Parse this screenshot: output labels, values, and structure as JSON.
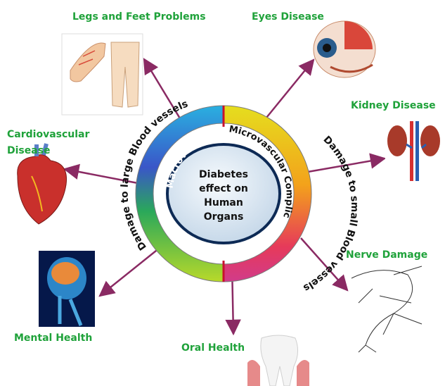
{
  "center": {
    "lines": [
      "Diabetes",
      "effect on",
      "Human",
      "Organs"
    ]
  },
  "ring": {
    "macro": "Macrovascular Complications",
    "micro": "Microvascular Complications"
  },
  "arcs": {
    "large": "Damage to large Blood vessels",
    "small": "Damage to small Blood vessels"
  },
  "organs": {
    "legs": "Legs and Feet Problems",
    "eyes": "Eyes Disease",
    "kidney": "Kidney Disease",
    "cardio_line1": "Cardiovascular",
    "cardio_line2": "Disease",
    "nerve": "Nerve Damage",
    "mental": "Mental Health",
    "oral": "Oral Health"
  },
  "colors": {
    "label_green": "#1fa23a",
    "arrow": "#8a2a63",
    "divider": "#c8102e",
    "center_fill": "#e4eef6"
  },
  "icons": {
    "legs": "legs-feet-icon",
    "eyes": "eyeball-icon",
    "kidney": "kidneys-icon",
    "heart": "heart-icon",
    "brain": "brain-head-icon",
    "nerve": "nerve-sketch-icon",
    "tooth": "tooth-icon"
  }
}
